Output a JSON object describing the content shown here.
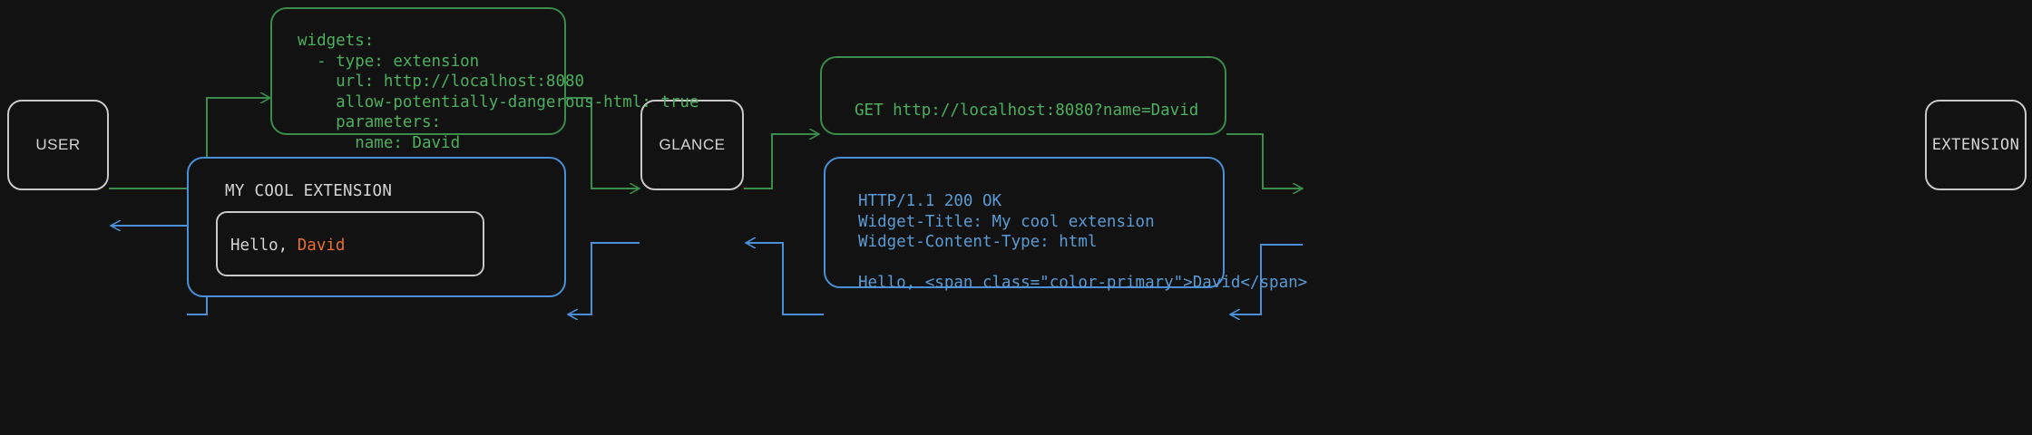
{
  "theme": {
    "background": "#121212",
    "node_border": "#c8c8c8",
    "node_text": "#d4d4d4",
    "green_border": "#3a8c4a",
    "green_text": "#4caf5e",
    "blue_border": "#4a90d9",
    "blue_text": "#5b9bd5",
    "accent_orange": "#e8702a"
  },
  "nodes": {
    "user": {
      "label": "USER"
    },
    "glance": {
      "label": "GLANCE"
    },
    "extension": {
      "label": "EXTENSION"
    }
  },
  "cards": {
    "yaml_config": {
      "color": "green",
      "text": "widgets:\n  - type: extension\n    url: http://localhost:8080\n    allow-potentially-dangerous-html: true\n    parameters:\n      name: David"
    },
    "http_request": {
      "color": "green",
      "text": "GET http://localhost:8080?name=David"
    },
    "http_response": {
      "color": "blue",
      "text": "HTTP/1.1 200 OK\nWidget-Title: My cool extension\nWidget-Content-Type: html\n\nHello, <span class=\"color-primary\">David</span>"
    },
    "rendered_widget": {
      "color": "blue",
      "title": "MY COOL EXTENSION",
      "body_prefix": "Hello, ",
      "body_accent": "David"
    }
  },
  "edges": [
    {
      "name": "user-to-yaml",
      "color": "green"
    },
    {
      "name": "yaml-to-glance",
      "color": "green"
    },
    {
      "name": "glance-to-request",
      "color": "green"
    },
    {
      "name": "request-to-extension",
      "color": "green"
    },
    {
      "name": "extension-to-response",
      "color": "blue"
    },
    {
      "name": "response-to-glance",
      "color": "blue"
    },
    {
      "name": "glance-to-widget",
      "color": "blue"
    },
    {
      "name": "widget-to-user",
      "color": "blue"
    }
  ]
}
